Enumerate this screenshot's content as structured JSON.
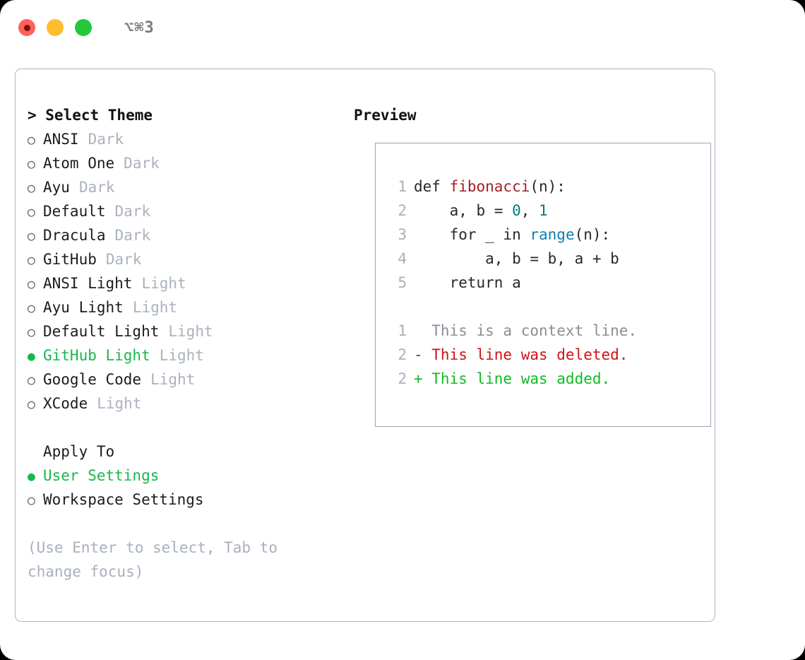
{
  "titlebar": {
    "shortcut": "⌥⌘3",
    "lights": [
      {
        "name": "close",
        "color": "#fd6159"
      },
      {
        "name": "minimize",
        "color": "#ffbd2e"
      },
      {
        "name": "maximize",
        "color": "#23c939"
      }
    ]
  },
  "theme_picker": {
    "header": "> Select Theme",
    "items": [
      {
        "name": "ANSI",
        "variant": "Dark",
        "selected": false,
        "bullet": "○"
      },
      {
        "name": "Atom One",
        "variant": "Dark",
        "selected": false,
        "bullet": "○"
      },
      {
        "name": "Ayu",
        "variant": "Dark",
        "selected": false,
        "bullet": "○"
      },
      {
        "name": "Default",
        "variant": "Dark",
        "selected": false,
        "bullet": "○"
      },
      {
        "name": "Dracula",
        "variant": "Dark",
        "selected": false,
        "bullet": "○"
      },
      {
        "name": "GitHub",
        "variant": "Dark",
        "selected": false,
        "bullet": "○"
      },
      {
        "name": "ANSI Light",
        "variant": "Light",
        "selected": false,
        "bullet": "○"
      },
      {
        "name": "Ayu Light",
        "variant": "Light",
        "selected": false,
        "bullet": "○"
      },
      {
        "name": "Default Light",
        "variant": "Light",
        "selected": false,
        "bullet": "○"
      },
      {
        "name": "GitHub Light",
        "variant": "Light",
        "selected": true,
        "bullet": "●"
      },
      {
        "name": "Google Code",
        "variant": "Light",
        "selected": false,
        "bullet": "○"
      },
      {
        "name": "XCode",
        "variant": "Light",
        "selected": false,
        "bullet": "○"
      }
    ]
  },
  "apply_to": {
    "header": "Apply To",
    "options": [
      {
        "label": "User Settings",
        "selected": true,
        "bullet": "●"
      },
      {
        "label": "Workspace Settings",
        "selected": false,
        "bullet": "○"
      }
    ]
  },
  "hint": "(Use Enter to select, Tab to change focus)",
  "preview": {
    "header": "Preview",
    "code_lines": [
      {
        "lineno": "1",
        "tokens": [
          {
            "text": "def ",
            "kind": "plain"
          },
          {
            "text": "fibonacci",
            "kind": "fn"
          },
          {
            "text": "(n):",
            "kind": "plain"
          }
        ]
      },
      {
        "lineno": "2",
        "tokens": [
          {
            "text": "    a, b = ",
            "kind": "plain"
          },
          {
            "text": "0",
            "kind": "num"
          },
          {
            "text": ", ",
            "kind": "plain"
          },
          {
            "text": "1",
            "kind": "num"
          }
        ]
      },
      {
        "lineno": "3",
        "tokens": [
          {
            "text": "    for _ in ",
            "kind": "plain"
          },
          {
            "text": "range",
            "kind": "builtin"
          },
          {
            "text": "(n):",
            "kind": "plain"
          }
        ]
      },
      {
        "lineno": "4",
        "tokens": [
          {
            "text": "        a, b = b, a + b",
            "kind": "plain"
          }
        ]
      },
      {
        "lineno": "5",
        "tokens": [
          {
            "text": "    return a",
            "kind": "plain"
          }
        ]
      }
    ],
    "diff_lines": [
      {
        "lineno": "1",
        "marker": " ",
        "text": "  This is a context line.",
        "kind": "context"
      },
      {
        "lineno": "2",
        "marker": "-",
        "text": "- This line was deleted.",
        "kind": "del"
      },
      {
        "lineno": "2",
        "marker": "+",
        "text": "+ This line was added.",
        "kind": "add"
      }
    ]
  },
  "colors": {
    "selected_green": "#17b84a",
    "variant_gray": "#aab2bd",
    "hint_gray": "#a7b0bd",
    "lineno_gray": "#a8b0bb",
    "fn_red": "#a31f26",
    "builtin_blue": "#0b7fb5",
    "number_teal": "#007d7d",
    "diff_context": "#8a8f96",
    "diff_delete": "#cc1414",
    "diff_add": "#10bb24",
    "border": "#adb6c4"
  }
}
